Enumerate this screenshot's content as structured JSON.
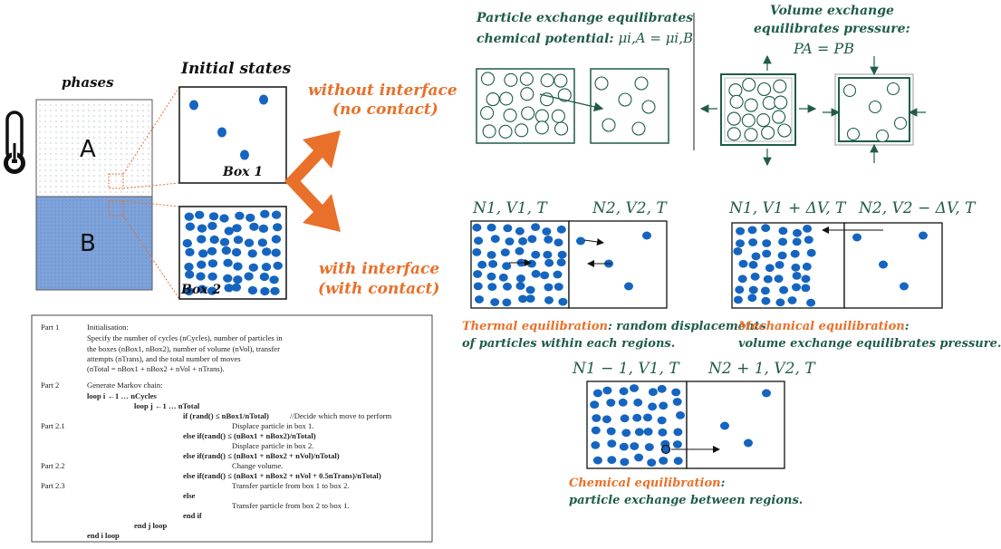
{
  "phases": {
    "title": "phases",
    "phase_a": "A",
    "phase_b": "B"
  },
  "initial_states": {
    "title": "Initial states",
    "box1": "Box 1",
    "box2": "Box 2"
  },
  "arrows": {
    "without": [
      "without interface",
      "(no contact)"
    ],
    "with": [
      "with interface",
      "(with contact)"
    ]
  },
  "particle_exchange": {
    "title_line1": "Particle exchange equilibrates",
    "title_line2": "chemical potential:",
    "equation": "μi,A = μi,B"
  },
  "volume_exchange": {
    "title_line1": "Volume exchange",
    "title_line2": "equilibrates pressure:",
    "equation": "PA = PB"
  },
  "thermal": {
    "label_left": "N1, V1, T",
    "label_right": "N2, V2, T",
    "caption_bold": "Thermal equilibration",
    "caption_rest": ": random displacements",
    "caption_line2": "of particles within each regions."
  },
  "mechanical": {
    "label_left": "N1, V1 + ΔV, T",
    "label_right": "N2, V2 − ΔV, T",
    "caption_bold": "Mechanical equilibration",
    "caption_rest": ":",
    "caption_line2": "volume exchange equilibrates pressure."
  },
  "chemical": {
    "label_left": "N1 − 1, V1, T",
    "label_right": "N2 + 1, V2, T",
    "caption_bold": "Chemical equilibration",
    "caption_rest": ":",
    "caption_line2": "particle exchange between regions."
  },
  "algorithm": {
    "part1_label": "Part 1",
    "part1_title": "Initialisation:",
    "part1_lines": [
      "Specify the number of cycles (nCycles), number of particles in",
      "the boxes (nBox1, nBox2), number of volume (nVol), transfer",
      "attempts (nTrans), and the total number of moves",
      "(nTotal = nBox1 + nBox2 + nVol + nTrans)."
    ],
    "part2_label": "Part 2",
    "part2_title": "Generate Markov chain:",
    "loop_i": "loop i ←1 … nCycles",
    "loop_j": "loop j ←1 … nTotal",
    "if1": "if (rand() ≤ nBox1/nTotal)",
    "comment": "//Decide which move to perform",
    "part21_label": "Part 2.1",
    "displace1": "Displace particle in box 1.",
    "elseif1": "else if(rand() ≤ (nBox1 + nBox2)/nTotal)",
    "displace2": "Displace particle in box 2.",
    "elseif2": "else if(rand() ≤ (nBox1 + nBox2 + nVol)/nTotal)",
    "part22_label": "Part 2.2",
    "change_volume": "Change volume.",
    "elseif3": "else if(rand() ≤ (nBox1 + nBox2 + nVol + 0.5nTrans)/nTotal)",
    "part23_label": "Part 2.3",
    "transfer12": "Transfer particle from box 1 to box 2.",
    "else": "else",
    "transfer21": "Transfer particle from box 2 to box 1.",
    "endif": "end if",
    "end_loop_j": "end j loop",
    "end_loop_i": "end i loop"
  },
  "colors": {
    "dark_green": "#1f5b4b",
    "orange": "#e8702a",
    "particle_blue": "#1565c0",
    "phase_b_fill": "#7a9fd6"
  }
}
